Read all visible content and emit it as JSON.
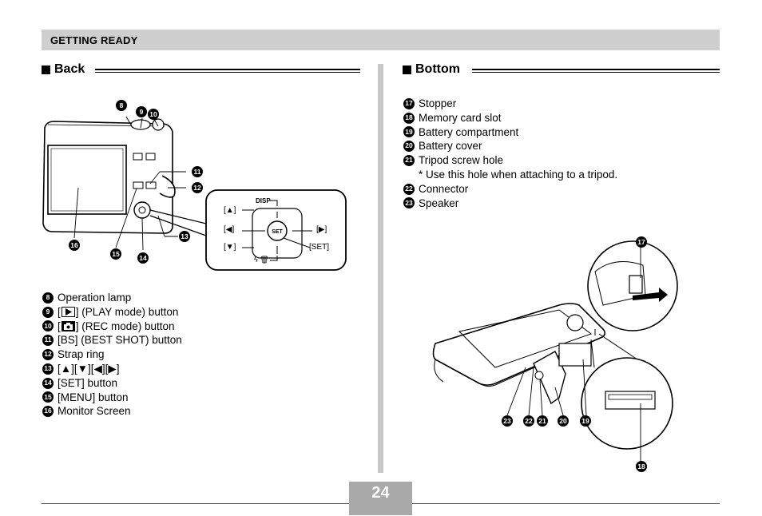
{
  "header": {
    "title": "GETTING READY"
  },
  "back": {
    "title": "Back",
    "callouts": [
      "8",
      "9",
      "10",
      "11",
      "12",
      "13",
      "14",
      "15",
      "16"
    ],
    "dpad": {
      "disp": "DISP",
      "up": "[▲]",
      "left": "[◀]",
      "down": "[▼]",
      "right": "[▶]",
      "center": "SET",
      "set_label": "[SET]",
      "bottom": "ϟ 🗑"
    },
    "items": [
      {
        "num": "8",
        "text": "Operation lamp"
      },
      {
        "num": "9",
        "pre": "[",
        "post": "] (PLAY mode) button",
        "icon": "play-icon"
      },
      {
        "num": "10",
        "pre": "[",
        "post": "] (REC mode) button",
        "icon": "camera-icon"
      },
      {
        "num": "11",
        "text": "[BS] (BEST SHOT) button"
      },
      {
        "num": "12",
        "text": "Strap ring"
      },
      {
        "num": "13",
        "text": "[▲][▼][◀][▶]"
      },
      {
        "num": "14",
        "text": "[SET] button"
      },
      {
        "num": "15",
        "text": "[MENU] button"
      },
      {
        "num": "16",
        "text": "Monitor Screen"
      }
    ]
  },
  "bottom": {
    "title": "Bottom",
    "callouts": [
      "17",
      "18",
      "19",
      "20",
      "21",
      "22",
      "23"
    ],
    "items": [
      {
        "num": "17",
        "text": "Stopper"
      },
      {
        "num": "18",
        "text": "Memory card slot"
      },
      {
        "num": "19",
        "text": "Battery compartment"
      },
      {
        "num": "20",
        "text": "Battery cover"
      },
      {
        "num": "21",
        "text": "Tripod screw hole"
      },
      {
        "num": "",
        "text": "* Use this hole when attaching to a tripod."
      },
      {
        "num": "22",
        "text": "Connector"
      },
      {
        "num": "23",
        "text": "Speaker"
      }
    ]
  },
  "footer": {
    "page_number": "24"
  }
}
